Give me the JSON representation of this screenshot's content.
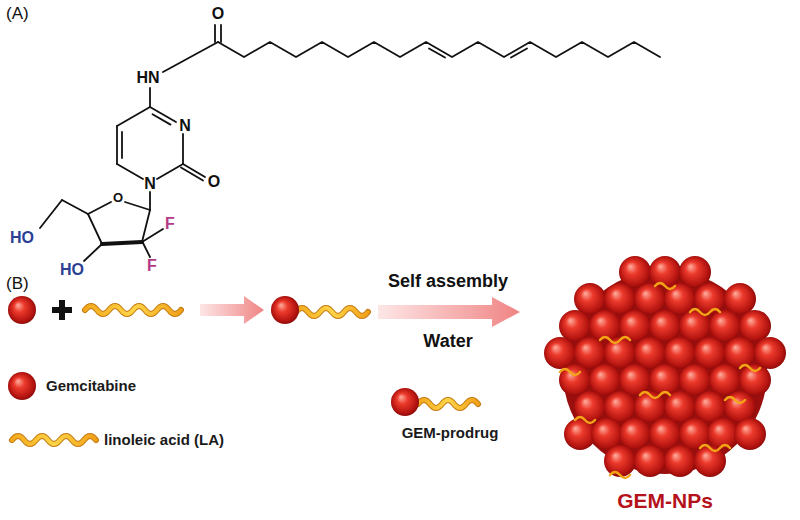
{
  "diagram": {
    "labels": [
      "(A)",
      "O",
      "HN",
      "N",
      "N",
      "O",
      "O",
      "F",
      "HO",
      "F",
      "HO",
      "(B)",
      "Self assembly",
      "Water",
      "GEM-NPs"
    ],
    "legend": [
      {
        "text": "Gemcitabine"
      },
      {
        "text": "linoleic acid (LA)"
      },
      {
        "text": "GEM-prodrug"
      }
    ]
  }
}
